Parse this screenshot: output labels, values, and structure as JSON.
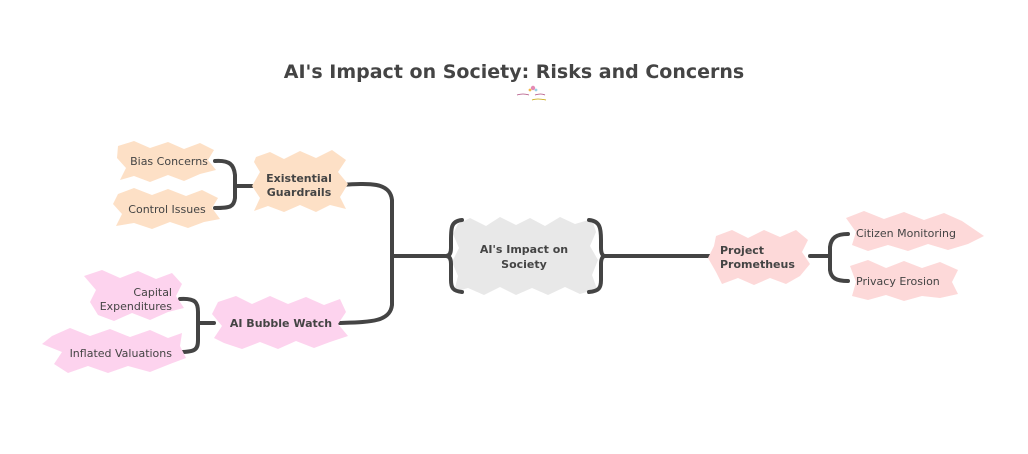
{
  "diagram": {
    "title": "AI's Impact on Society: Risks and Concerns",
    "center": {
      "line1": "AI's Impact on",
      "line2": "Society",
      "color": "#e8e8e8"
    },
    "branches": {
      "existential": {
        "line1": "Existential",
        "line2": "Guardrails",
        "color": "#fde0c6",
        "children": [
          "Bias Concerns",
          "Control Issues"
        ]
      },
      "bubble": {
        "label": "AI Bubble Watch",
        "color": "#fdd3ee",
        "children": [
          {
            "line1": "Capital",
            "line2": "Expenditures"
          },
          {
            "line1": "Inflated Valuations"
          }
        ]
      },
      "prometheus": {
        "line1": "Project",
        "line2": "Prometheus",
        "color": "#fdd9d9",
        "children": [
          "Citizen Monitoring",
          "Privacy Erosion"
        ]
      }
    },
    "logo": {
      "icon": "flower-sparkle-icon"
    }
  }
}
